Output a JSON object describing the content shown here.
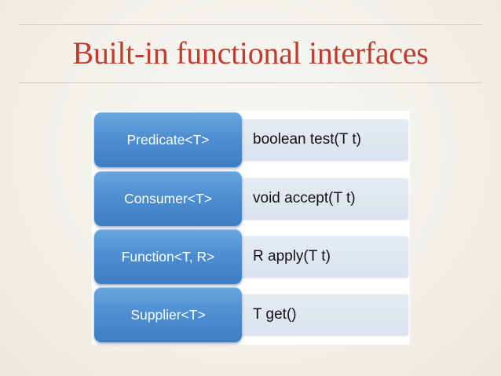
{
  "slide": {
    "title": "Built-in functional interfaces"
  },
  "interfaces": [
    {
      "name": "Predicate<T>",
      "bullet": "•",
      "method": "boolean test(T t)"
    },
    {
      "name": "Consumer<T>",
      "bullet": "•",
      "method": "void accept(T t)"
    },
    {
      "name": "Function<T, R>",
      "bullet": "•",
      "method": "R apply(T t)"
    },
    {
      "name": "Supplier<T>",
      "bullet": "•",
      "method": "T get()"
    }
  ],
  "colors": {
    "title": "#c23b2c",
    "label_fill": "#4e8fd2",
    "desc_fill": "#dae3ee"
  }
}
